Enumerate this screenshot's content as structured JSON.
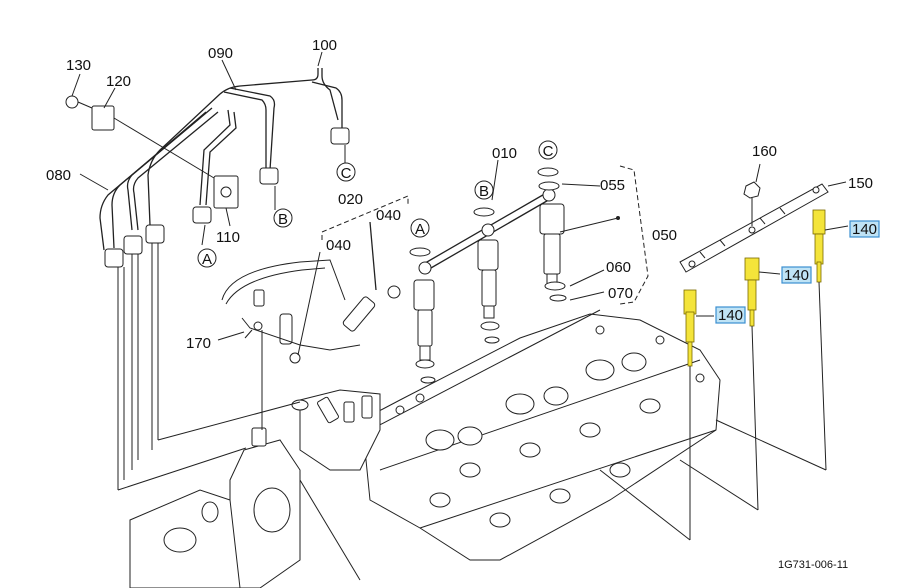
{
  "parts": [
    {
      "id": "p010",
      "label": "010",
      "highlighted": false
    },
    {
      "id": "p020",
      "label": "020",
      "highlighted": false
    },
    {
      "id": "p040a",
      "label": "040",
      "highlighted": false
    },
    {
      "id": "p040b",
      "label": "040",
      "highlighted": false
    },
    {
      "id": "p050",
      "label": "050",
      "highlighted": false
    },
    {
      "id": "p055",
      "label": "055",
      "highlighted": false
    },
    {
      "id": "p060",
      "label": "060",
      "highlighted": false
    },
    {
      "id": "p070",
      "label": "070",
      "highlighted": false
    },
    {
      "id": "p080",
      "label": "080",
      "highlighted": false
    },
    {
      "id": "p090",
      "label": "090",
      "highlighted": false
    },
    {
      "id": "p100",
      "label": "100",
      "highlighted": false
    },
    {
      "id": "p110",
      "label": "110",
      "highlighted": false
    },
    {
      "id": "p120",
      "label": "120",
      "highlighted": false
    },
    {
      "id": "p130",
      "label": "130",
      "highlighted": false
    },
    {
      "id": "p140a",
      "label": "140",
      "highlighted": true
    },
    {
      "id": "p140b",
      "label": "140",
      "highlighted": true
    },
    {
      "id": "p140c",
      "label": "140",
      "highlighted": true
    },
    {
      "id": "p150",
      "label": "150",
      "highlighted": false
    },
    {
      "id": "p160",
      "label": "160",
      "highlighted": false
    },
    {
      "id": "p170",
      "label": "170",
      "highlighted": false
    }
  ],
  "refs": {
    "a": "A",
    "b": "B",
    "c": "C"
  },
  "drawing_code": "1G731-006-11",
  "colors": {
    "highlight_fill": "#bfe3f5",
    "highlight_border": "#3b8fd0",
    "glow_plug": "#f4e43a"
  }
}
